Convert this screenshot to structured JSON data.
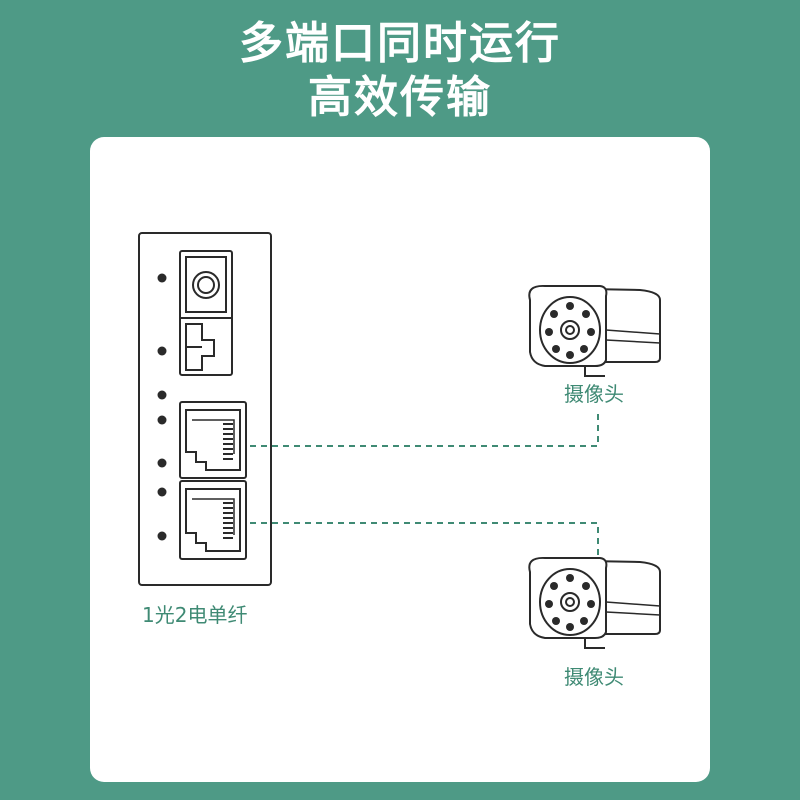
{
  "headline": {
    "line1": "多端口同时运行",
    "line2": "高效传输"
  },
  "device": {
    "label": "1光2电单纤"
  },
  "cameras": [
    {
      "label": "摄像头"
    },
    {
      "label": "摄像头"
    }
  ],
  "colors": {
    "background": "#4e9a86",
    "card": "#ffffff",
    "accent_text": "#3f8a74",
    "line_art": "#2a2a2a",
    "connector": "#3f8a74"
  },
  "icons": [
    "media-converter-icon",
    "sfp-port-icon",
    "rj45-port-icon",
    "bullet-camera-icon"
  ]
}
